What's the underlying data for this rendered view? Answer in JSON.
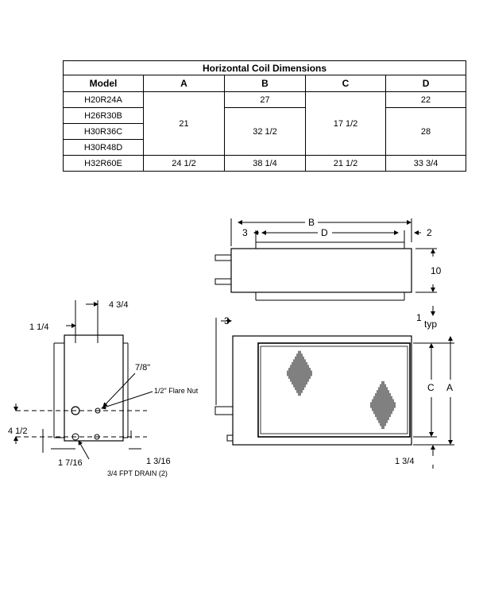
{
  "table": {
    "title": "Horizontal Coil Dimensions",
    "headers": [
      "Model",
      "A",
      "B",
      "C",
      "D"
    ],
    "models": [
      "H20R24A",
      "H26R30B",
      "H30R36C",
      "H30R48D",
      "H32R60E"
    ],
    "a_merged": "21",
    "b_row1": "27",
    "b_merged": "32 1/2",
    "c_merged": "17 1/2",
    "d_row1": "22",
    "d_merged": "28",
    "last_row": {
      "a": "24 1/2",
      "b": "38 1/4",
      "c": "21 1/2",
      "d": "33 3/4"
    }
  },
  "side_view": {
    "dim_1_1_4": "1 1/4",
    "dim_4_3_4": "4 3/4",
    "dim_7_8": "7/8\"",
    "flare_nut": "1/2\" Flare Nut",
    "dim_4_1_2": "4 1/2",
    "dim_1_7_16": "1  7/16",
    "dim_1_3_16": "1 3/16",
    "drain_label": "3/4 FPT DRAIN (2)"
  },
  "top_view": {
    "label_b": "B",
    "label_d": "D",
    "dim_3": "3",
    "dim_2": "2",
    "dim_10": "10"
  },
  "front_view": {
    "dim_1": "1",
    "typ": "typ",
    "dim_3": "3",
    "label_c": "C",
    "label_a": "A",
    "dim_1_3_4": "1 3/4"
  }
}
